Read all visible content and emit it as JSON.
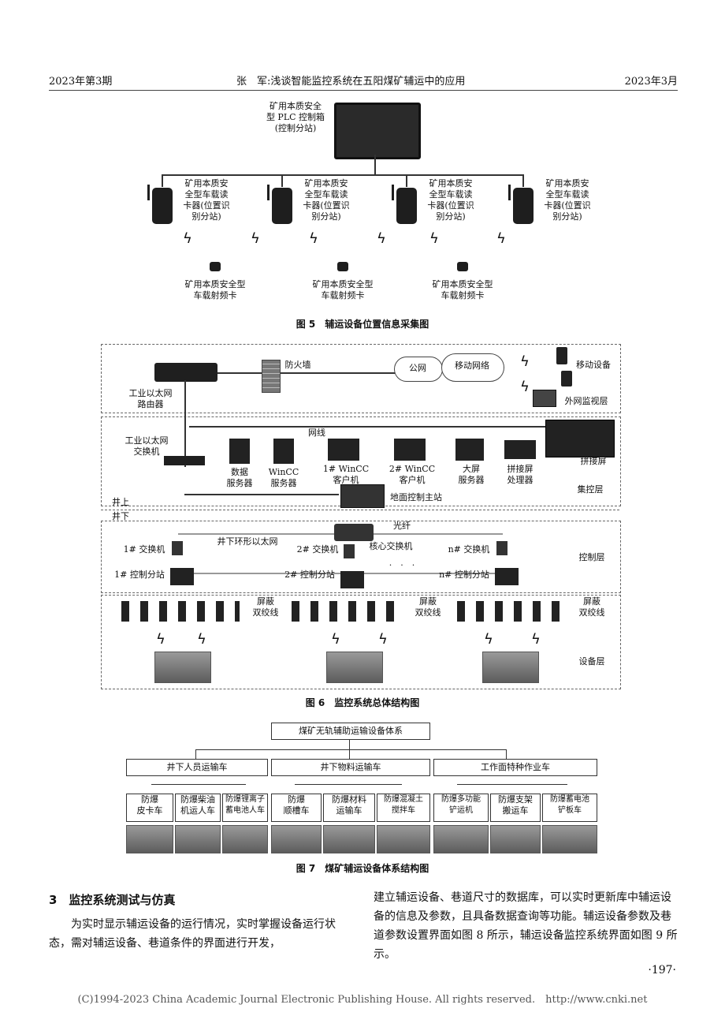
{
  "header": {
    "left": "2023年第3期",
    "center": "张　军:浅谈智能监控系统在五阳煤矿辅运中的应用",
    "right": "2023年3月"
  },
  "fig5": {
    "plc_label": "矿用本质安全\n型 PLC 控制箱\n(控制分站)",
    "reader_label": "矿用本质安\n全型车载读\n卡器(位置识\n别分站)",
    "card_label": "矿用本质安全型\n车载射频卡",
    "caption": "图 5　辅运设备位置信息采集图"
  },
  "fig6": {
    "firewall": "防火墙",
    "public_net": "公网",
    "mobile_net": "移动网络",
    "mobile_device": "移动设备",
    "router": "工业以太网\n路由器",
    "ext_layer": "外网监视层",
    "switch": "工业以太网\n交换机",
    "netline": "网线",
    "data_server": "数据\n服务器",
    "wincc_server": "WinCC\n服务器",
    "wincc_client1": "1# WinCC\n客户机",
    "wincc_client2": "2# WinCC\n客户机",
    "screen_server": "大屏\n服务器",
    "splice_proc": "拼接屏\n处理器",
    "splice_screen": "拼接屏",
    "central_layer": "集控层",
    "above": "井上",
    "below": "井下",
    "ground_station": "地面控制主站",
    "fiber": "光纤",
    "sw1": "1# 交换机",
    "ring": "井下环形以太网",
    "sw2": "2# 交换机",
    "core_switch": "核心交换机",
    "swn": "n# 交换机",
    "control_layer": "控制层",
    "sub1": "1# 控制分站",
    "sub2": "2# 控制分站",
    "subn": "n# 控制分站",
    "dots": "·　·　·",
    "twisted": "屏蔽\n双绞线",
    "device_layer": "设备层",
    "caption": "图 6　监控系统总体结构图"
  },
  "fig7": {
    "root": "煤矿无轨辅助运输设备体系",
    "groups": [
      "井下人员运输车",
      "井下物料运输车",
      "工作面特种作业车"
    ],
    "leaves": [
      "防爆\n皮卡车",
      "防爆柴油\n机运人车",
      "防爆锂离子\n蓄电池人车",
      "防爆\n顺槽车",
      "防爆材料\n运输车",
      "防爆混凝土\n搅拌车",
      "防爆多功能\n铲运机",
      "防爆支架\n搬运车",
      "防爆蓄电池\n铲板车"
    ],
    "caption": "图 7　煤矿辅运设备体系结构图"
  },
  "section": {
    "heading": "3　监控系统测试与仿真",
    "left_para": "　　为实时显示辅运设备的运行情况，实时掌握设备运行状态，需对辅运设备、巷道条件的界面进行开发，",
    "right_para": "建立辅运设备、巷道尺寸的数据库，可以实时更新库中辅运设备的信息及参数，且具备数据查询等功能。辅运设备参数及巷道参数设置界面如图 8 所示，辅运设备监控系统界面如图 9 所示。"
  },
  "page_number": "·197·",
  "footer": "(C)1994-2023 China Academic Journal Electronic Publishing House. All rights reserved.　http://www.cnki.net"
}
